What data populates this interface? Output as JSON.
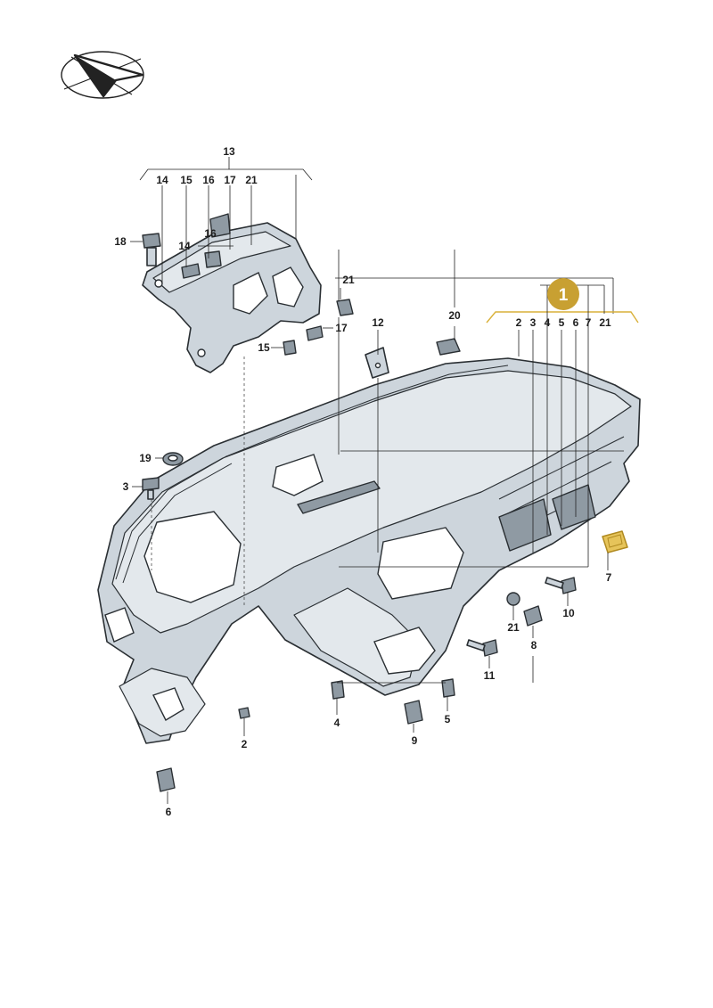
{
  "colors": {
    "background": "#ffffff",
    "part_fill": "#cdd5dc",
    "outline": "#2a2f33",
    "badge_fill": "#c8a032",
    "badge_text": "#ffffff",
    "highlight": "#d9b13a"
  },
  "icons": {
    "direction_logo": "direction-arrow-icon"
  },
  "badge": {
    "label": "1"
  },
  "callouts": {
    "c13": "13",
    "c14_top": "14",
    "c15_top": "15",
    "c16_top": "16",
    "c17_top": "17",
    "c21_top": "21",
    "c18": "18",
    "c14_mid": "14",
    "c16_mid": "16",
    "c21_right": "21",
    "c17_right": "17",
    "c15_left": "15",
    "c12": "12",
    "c20": "20",
    "c2_grp": "2",
    "c3_grp": "3",
    "c4_grp": "4",
    "c5_grp": "5",
    "c6_grp": "6",
    "c7_grp": "7",
    "c21_grp": "21",
    "c19": "19",
    "c3_left": "3",
    "c7_clip": "7",
    "c10": "10",
    "c21_plug": "21",
    "c8": "8",
    "c11": "11",
    "c4_bottom": "4",
    "c5_bottom": "5",
    "c9": "9",
    "c2_bottom": "2",
    "c6_bottom": "6"
  }
}
